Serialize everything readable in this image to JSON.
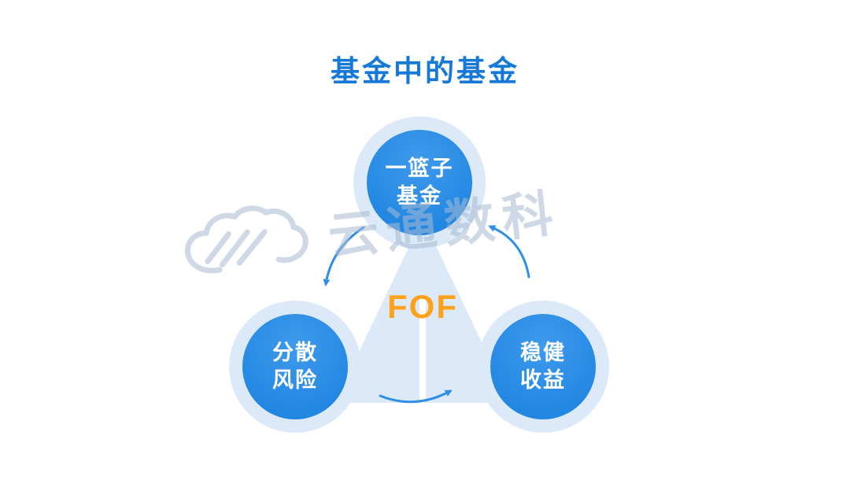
{
  "title": "基金中的基金",
  "center": {
    "label": "FOF"
  },
  "nodes": {
    "top": {
      "line1": "一篮子",
      "line2": "基金"
    },
    "left": {
      "line1": "分散",
      "line2": "风险"
    },
    "right": {
      "line1": "稳健",
      "line2": "收益"
    }
  },
  "watermark": {
    "text": "云通数科"
  },
  "colors": {
    "title": "#1679D7",
    "node_fill": "#2287E2",
    "node_halo": "#DCE9F8",
    "triangle": "#DCE9F8",
    "arrow": "#2E8FE4",
    "fof": "#FFA11B",
    "watermark": "#A9BBD2"
  }
}
